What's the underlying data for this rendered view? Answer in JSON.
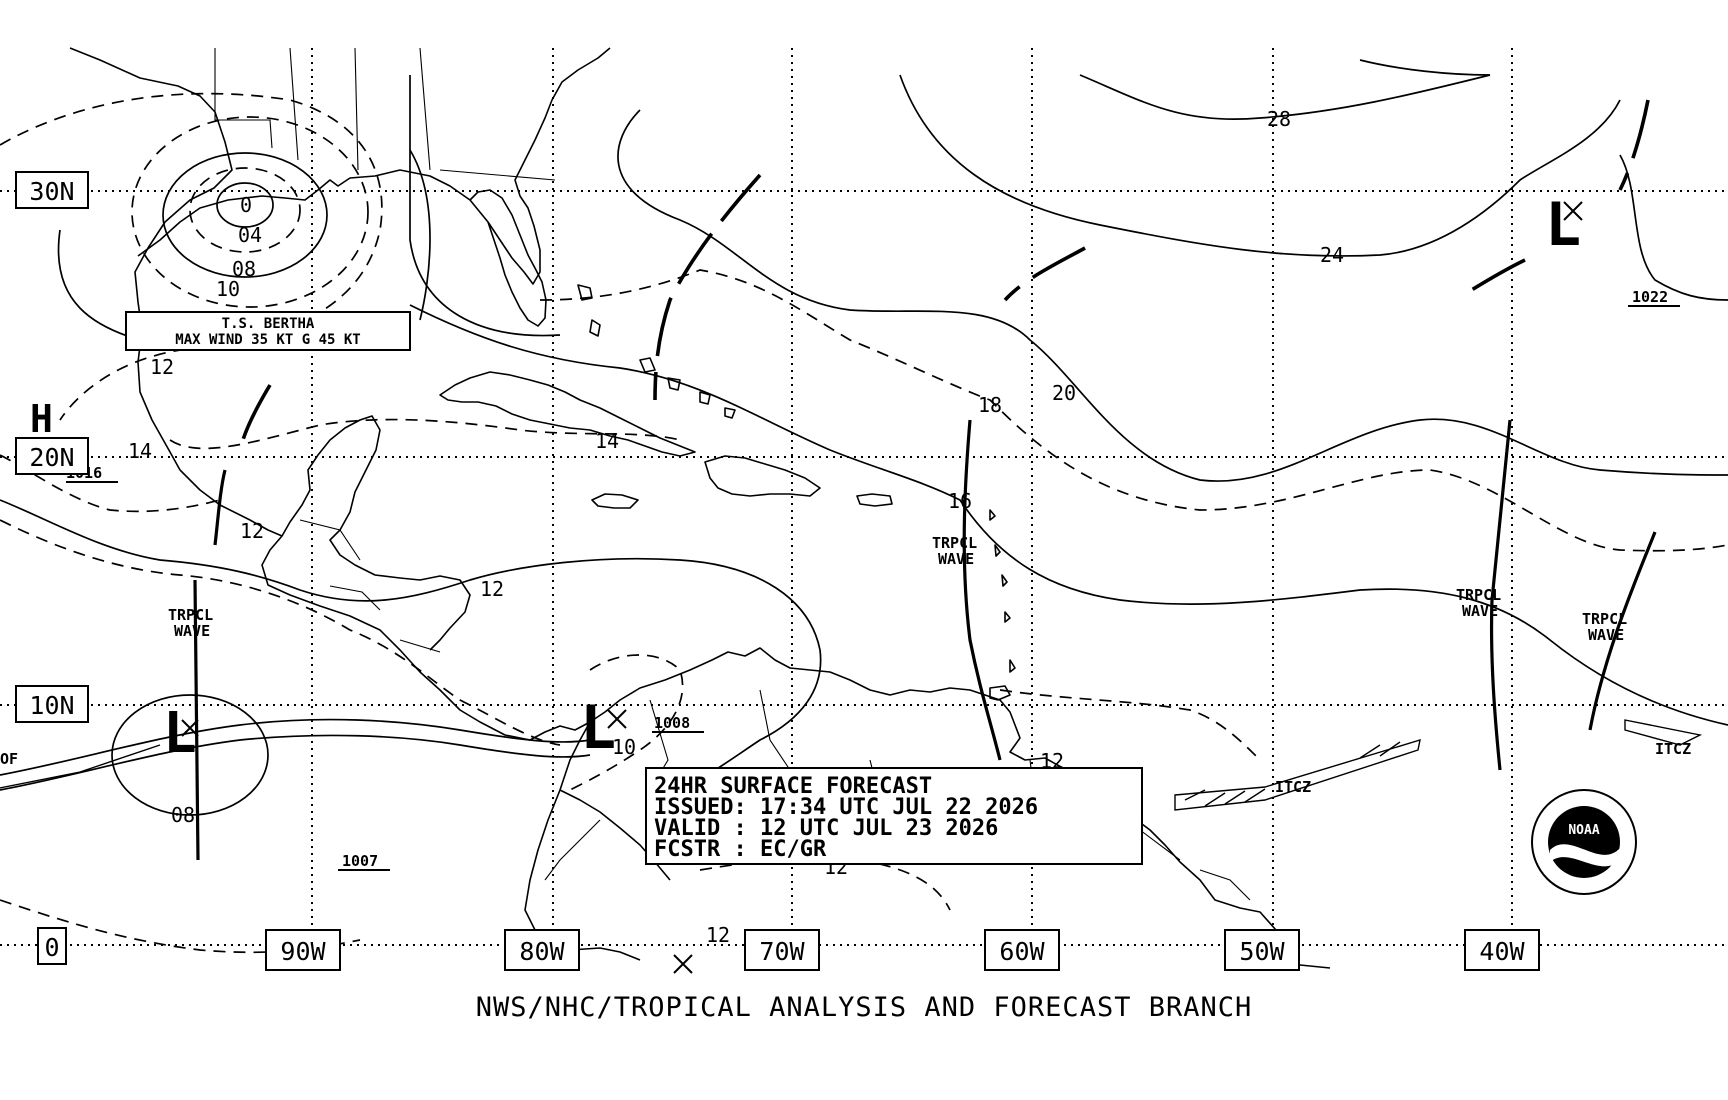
{
  "map": {
    "footer": "NWS/NHC/TROPICAL ANALYSIS AND FORECAST BRANCH",
    "lat_labels": [
      "30N",
      "20N",
      "10N",
      "0"
    ],
    "lon_labels": [
      "90W",
      "80W",
      "70W",
      "60W",
      "50W",
      "40W"
    ],
    "forecast_box": {
      "line1": "24HR SURFACE FORECAST",
      "line2": "ISSUED: 17:34 UTC JUL 22 2026",
      "line3": "VALID : 12 UTC JUL 23 2026",
      "line4": "FCSTR : EC/GR"
    },
    "storm": {
      "line1": "T.S. BERTHA",
      "line2": "MAX WIND 35 KT G 45 KT"
    },
    "pressure_centers": [
      {
        "type": "H",
        "value": "1016"
      },
      {
        "type": "L",
        "value": "1022"
      },
      {
        "type": "L",
        "value": "1008"
      },
      {
        "type": "L",
        "value": ""
      },
      {
        "type": "",
        "value": "1007"
      }
    ],
    "isobar_labels": [
      "28",
      "24",
      "20",
      "18",
      "16",
      "14",
      "14",
      "12",
      "12",
      "12",
      "12",
      "12",
      "12",
      "10",
      "10",
      "08",
      "08",
      "04",
      "0"
    ],
    "tropical_waves": [
      "TRPCL\nWAVE",
      "TRPCL\nWAVE",
      "TRPCL\nWAVE",
      "TRPCL\nWAVE"
    ],
    "itcz_labels": [
      "ITCZ",
      "ITCZ"
    ],
    "edge_label": "OF",
    "logo_text": "NOAA"
  }
}
